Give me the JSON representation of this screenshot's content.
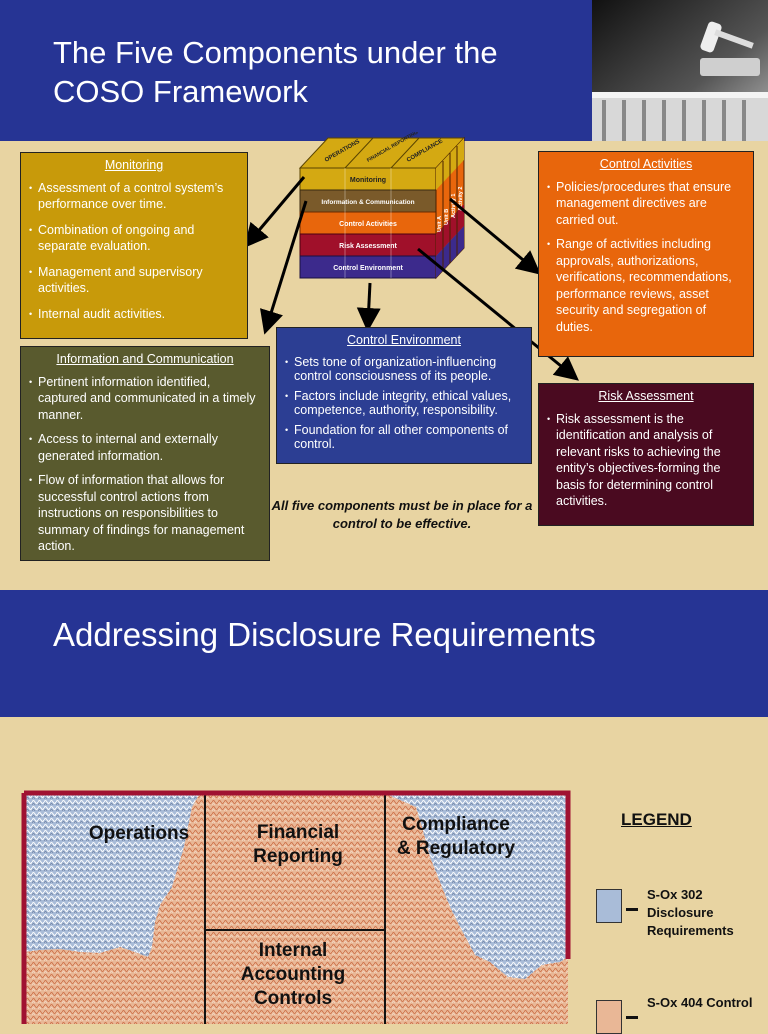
{
  "slide1": {
    "title": "The Five Components under the COSO Framework",
    "cube": {
      "top_labels": [
        "OPERATIONS",
        "FINANCIAL REPORTING",
        "COMPLIANCE"
      ],
      "layers": [
        "Monitoring",
        "Information & Communication",
        "Control Activities",
        "Risk Assessment",
        "Control Environment"
      ],
      "side_labels": [
        "Unit A",
        "Unit B",
        "Activity 1",
        "Activity 2"
      ],
      "colors": [
        "#d4a912",
        "#7a5a2a",
        "#e8660c",
        "#a0102a",
        "#3c2a8c"
      ]
    },
    "monitoring": {
      "title": "Monitoring",
      "bullets": [
        "Assessment of a control system’s performance over time.",
        "Combination of ongoing and separate evaluation.",
        "Management and supervisory activities.",
        "Internal audit activities."
      ]
    },
    "info_comm": {
      "title": "Information and Communication",
      "bullets": [
        "Pertinent information identified, captured and communicated in a timely manner.",
        "Access to internal and externally generated information.",
        "Flow of information that allows for successful control actions from instructions on responsibilities to summary of findings for management action."
      ]
    },
    "control_env": {
      "title": "Control Environment",
      "bullets": [
        "Sets tone of organization-influencing control consciousness of its people.",
        "Factors include integrity, ethical values, competence, authority, responsibility.",
        "Foundation for all other components of control."
      ]
    },
    "control_act": {
      "title": "Control Activities",
      "bullets": [
        "Policies/procedures that ensure management directives are carried out.",
        "Range of activities including approvals, authorizations, verifications, recommendations, performance reviews, asset security and segregation of duties."
      ]
    },
    "risk": {
      "title": "Risk Assessment",
      "bullets": [
        "Risk assessment is the identification and analysis of relevant risks to achieving the entity’s objectives-forming the basis for determining control activities."
      ]
    },
    "note": "All five components must be in place for a control to be effective."
  },
  "slide2": {
    "title": "Addressing Disclosure Requirements",
    "cells": {
      "operations": "Operations",
      "financial": "Financial Reporting",
      "compliance": "Compliance & Regulatory",
      "internal": "Internal Accounting Controls"
    },
    "legend": {
      "title": "LEGEND",
      "items": [
        "S-Ox 302 Disclosure Requirements",
        "S-Ox 404 Control"
      ]
    }
  }
}
